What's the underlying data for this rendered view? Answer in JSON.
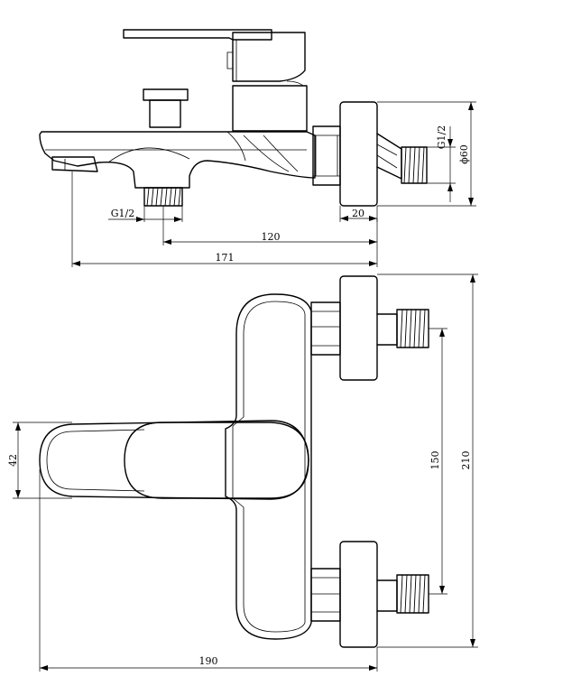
{
  "side_view": {
    "thread_bottom": "G1/2",
    "thread_right": "G1/2",
    "diameter": "ϕ60",
    "dim_20": "20",
    "dim_120": "120",
    "dim_171": "171"
  },
  "top_view": {
    "dim_42": "42",
    "dim_150": "150",
    "dim_210": "210",
    "dim_190": "190"
  }
}
